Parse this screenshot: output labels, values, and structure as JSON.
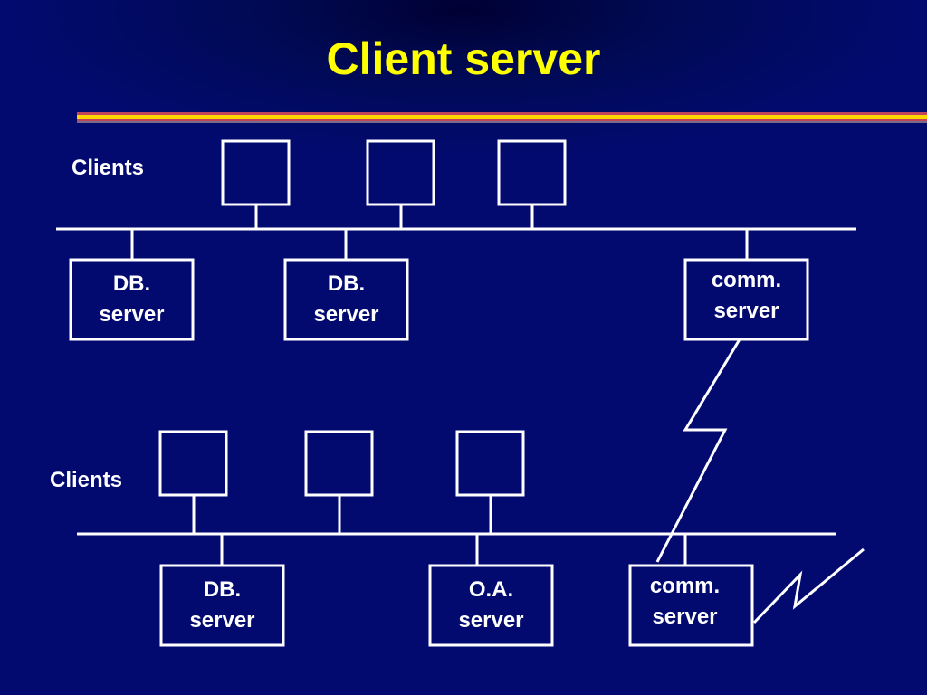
{
  "slide": {
    "title": "Client server",
    "colors": {
      "background": "#030c74",
      "title": "#ffff00",
      "lines": "#ffffff"
    }
  },
  "diagram": {
    "top_network": {
      "clients_label": "Clients",
      "servers": [
        {
          "line1": "DB.",
          "line2": "server"
        },
        {
          "line1": "DB.",
          "line2": "server"
        },
        {
          "line1": "comm.",
          "line2": "server"
        }
      ]
    },
    "bottom_network": {
      "clients_label": "Clients",
      "servers": [
        {
          "line1": "DB.",
          "line2": "server"
        },
        {
          "line1": "O.A.",
          "line2": "server"
        },
        {
          "line1": "comm.",
          "line2": "server"
        }
      ]
    }
  }
}
